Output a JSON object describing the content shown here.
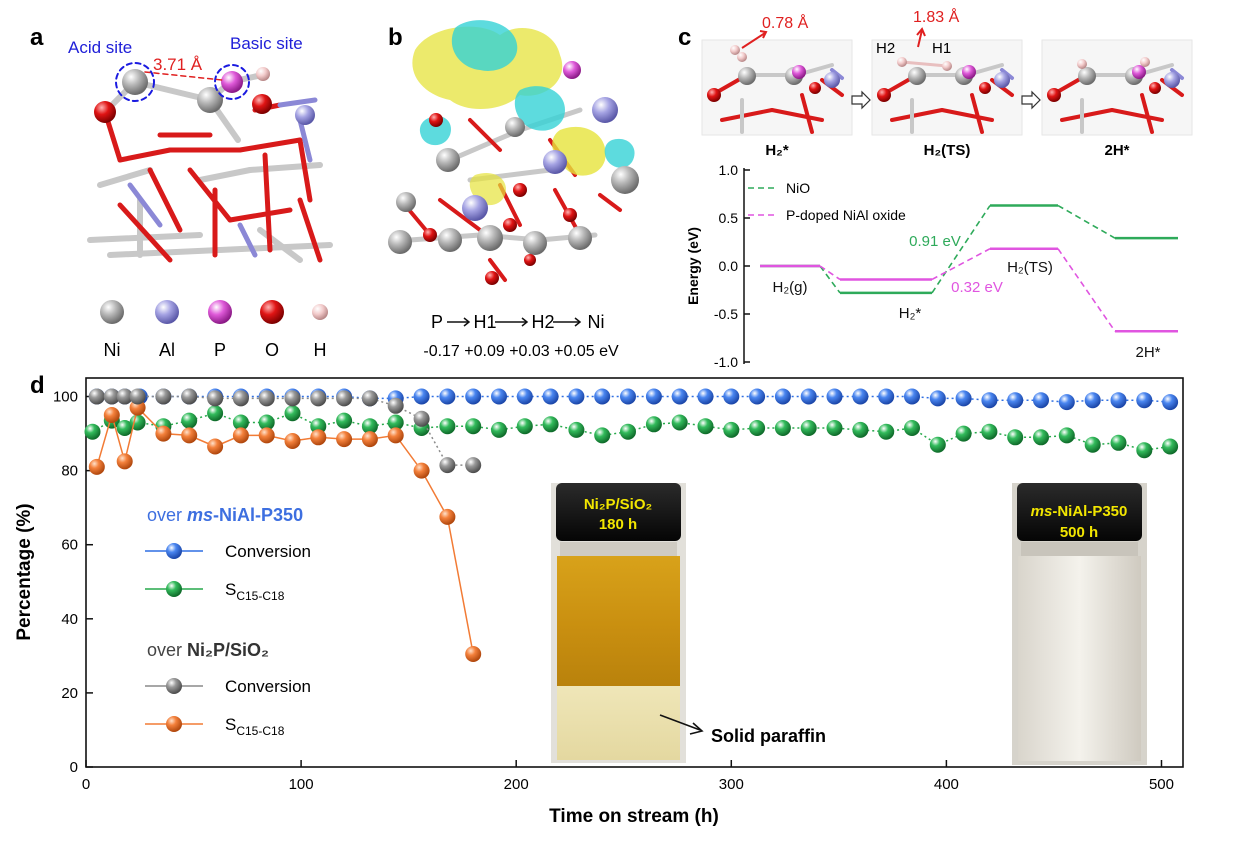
{
  "panels": {
    "a": {
      "label": "a",
      "acid_site": "Acid site",
      "basic_site": "Basic site",
      "distance": "3.71 Å",
      "legend": [
        {
          "symbol": "Ni",
          "color": "#a9a9a9"
        },
        {
          "symbol": "Al",
          "color": "#9a98d8"
        },
        {
          "symbol": "P",
          "color": "#d94fd3"
        },
        {
          "symbol": "O",
          "color": "#e01414"
        },
        {
          "symbol": "H",
          "color": "#f2c9c9"
        }
      ]
    },
    "b": {
      "label": "b",
      "transfer_path": [
        "P",
        "H1",
        "H2",
        "Ni"
      ],
      "charges": "-0.17  +0.09  +0.03  +0.05 eV"
    },
    "c": {
      "label": "c",
      "states": [
        "H₂*",
        "H₂(TS)",
        "2H*"
      ],
      "bond_h2": "0.78 Å",
      "bond_ts": "1.83 Å",
      "atom_h2": "H2",
      "atom_h1": "H1"
    },
    "d": {
      "label": "d"
    }
  },
  "chart_data": [
    {
      "type": "line",
      "panel": "c",
      "title": "",
      "xlabel": "",
      "ylabel": "Energy (eV)",
      "ylim": [
        -1.0,
        1.0
      ],
      "yticks": [
        "1.0",
        "0.5",
        "0.0",
        "-0.5",
        "-1.0"
      ],
      "states": [
        "H2(g)",
        "H2*",
        "H2(TS)",
        "2H*"
      ],
      "series": [
        {
          "name": "NiO",
          "color": "#2eaa5a",
          "values": [
            0.0,
            -0.28,
            0.63,
            0.29
          ]
        },
        {
          "name": "P-doped NiAl oxide",
          "color": "#e055e0",
          "values": [
            0.0,
            -0.14,
            0.18,
            -0.68
          ]
        }
      ],
      "annotations": [
        {
          "text": "H₂(g)",
          "state": 0
        },
        {
          "text": "H₂*",
          "state": 1
        },
        {
          "text": "H₂(TS)",
          "state": 2
        },
        {
          "text": "2H*",
          "state": 3
        },
        {
          "text": "0.91 eV",
          "series": "NiO"
        },
        {
          "text": "0.32 eV",
          "series": "P-doped NiAl oxide"
        }
      ]
    },
    {
      "type": "scatter",
      "panel": "d",
      "title": "",
      "xlabel": "Time on stream (h)",
      "ylabel": "Percentage (%)",
      "xlim": [
        0,
        510
      ],
      "ylim": [
        0,
        105
      ],
      "xticks": [
        0,
        100,
        200,
        300,
        400,
        500
      ],
      "yticks": [
        0,
        20,
        40,
        60,
        80,
        100
      ],
      "legend_groups": [
        {
          "prefix": "over ",
          "catalyst_italic": "ms",
          "catalyst": "-NiAl-P350",
          "color": "#3d6fe0",
          "entries": [
            {
              "label": "Conversion",
              "sub": ""
            },
            {
              "label": "S",
              "sub": "C15-C18"
            }
          ]
        },
        {
          "prefix": "over ",
          "catalyst": "Ni₂P/SiO₂",
          "color": "#555555",
          "entries": [
            {
              "label": "Conversion",
              "sub": ""
            },
            {
              "label": "S",
              "sub": "C15-C18"
            }
          ]
        }
      ],
      "series": [
        {
          "group": "ms-NiAl-P350",
          "name": "Conversion",
          "color": "#2f6fe3",
          "x": [
            5,
            12,
            18,
            25,
            36,
            48,
            60,
            72,
            84,
            96,
            108,
            120,
            132,
            144,
            156,
            168,
            180,
            192,
            204,
            216,
            228,
            240,
            252,
            264,
            276,
            288,
            300,
            312,
            324,
            336,
            348,
            360,
            372,
            384,
            396,
            408,
            420,
            432,
            444,
            456,
            468,
            480,
            492,
            504
          ],
          "y": [
            100,
            100,
            100,
            100,
            100,
            100,
            100,
            100,
            100,
            100,
            100,
            100,
            99.5,
            99.5,
            100,
            100,
            100,
            100,
            100,
            100,
            100,
            100,
            100,
            100,
            100,
            100,
            100,
            100,
            100,
            100,
            100,
            100,
            100,
            100,
            99.5,
            99.5,
            99,
            99,
            99,
            98.5,
            99,
            99,
            99,
            98.5
          ]
        },
        {
          "group": "ms-NiAl-P350",
          "name": "S_C15-C18",
          "color": "#27a94b",
          "x": [
            3,
            12,
            18,
            24,
            36,
            48,
            60,
            72,
            84,
            96,
            108,
            120,
            132,
            144,
            156,
            168,
            180,
            192,
            204,
            216,
            228,
            240,
            252,
            264,
            276,
            288,
            300,
            312,
            324,
            336,
            348,
            360,
            372,
            384,
            396,
            408,
            420,
            432,
            444,
            456,
            468,
            480,
            492,
            504
          ],
          "y": [
            90.5,
            93.5,
            91.5,
            93,
            92,
            93.5,
            95.5,
            93,
            93,
            95.5,
            92,
            93.5,
            92,
            93,
            91.5,
            92,
            92,
            91,
            92,
            92.5,
            91,
            89.5,
            90.5,
            92.5,
            93,
            92,
            91,
            91.5,
            91.5,
            91.5,
            91.5,
            91,
            90.5,
            91.5,
            87,
            90,
            90.5,
            89,
            89,
            89.5,
            87,
            87.5,
            85.5,
            86.5
          ]
        },
        {
          "group": "Ni2P/SiO2",
          "name": "Conversion",
          "color": "#8a8a8a",
          "x": [
            5,
            12,
            18,
            24,
            36,
            48,
            60,
            72,
            84,
            96,
            108,
            120,
            132,
            144,
            156,
            168,
            180
          ],
          "y": [
            100,
            100,
            100,
            100,
            100,
            100,
            99.5,
            99.5,
            99.5,
            99.5,
            99.5,
            99.5,
            99.5,
            97.5,
            94,
            81.5,
            81.5
          ]
        },
        {
          "group": "Ni2P/SiO2",
          "name": "S_C15-C18",
          "color": "#f27b35",
          "x": [
            5,
            12,
            18,
            24,
            36,
            48,
            60,
            72,
            84,
            96,
            108,
            120,
            132,
            144,
            156,
            168,
            180
          ],
          "y": [
            81,
            95,
            82.5,
            97,
            90,
            89.5,
            86.5,
            89.5,
            89.5,
            88,
            89,
            88.5,
            88.5,
            89.5,
            80,
            67.5,
            30.5
          ]
        }
      ],
      "insets": [
        {
          "cap_line1": "Ni₂P/SiO₂",
          "cap_line2": "180 h",
          "callout": "Solid paraffin"
        },
        {
          "cap_line1_italic": "ms",
          "cap_line1": "-NiAl-P350",
          "cap_line2": "500 h"
        }
      ]
    }
  ]
}
